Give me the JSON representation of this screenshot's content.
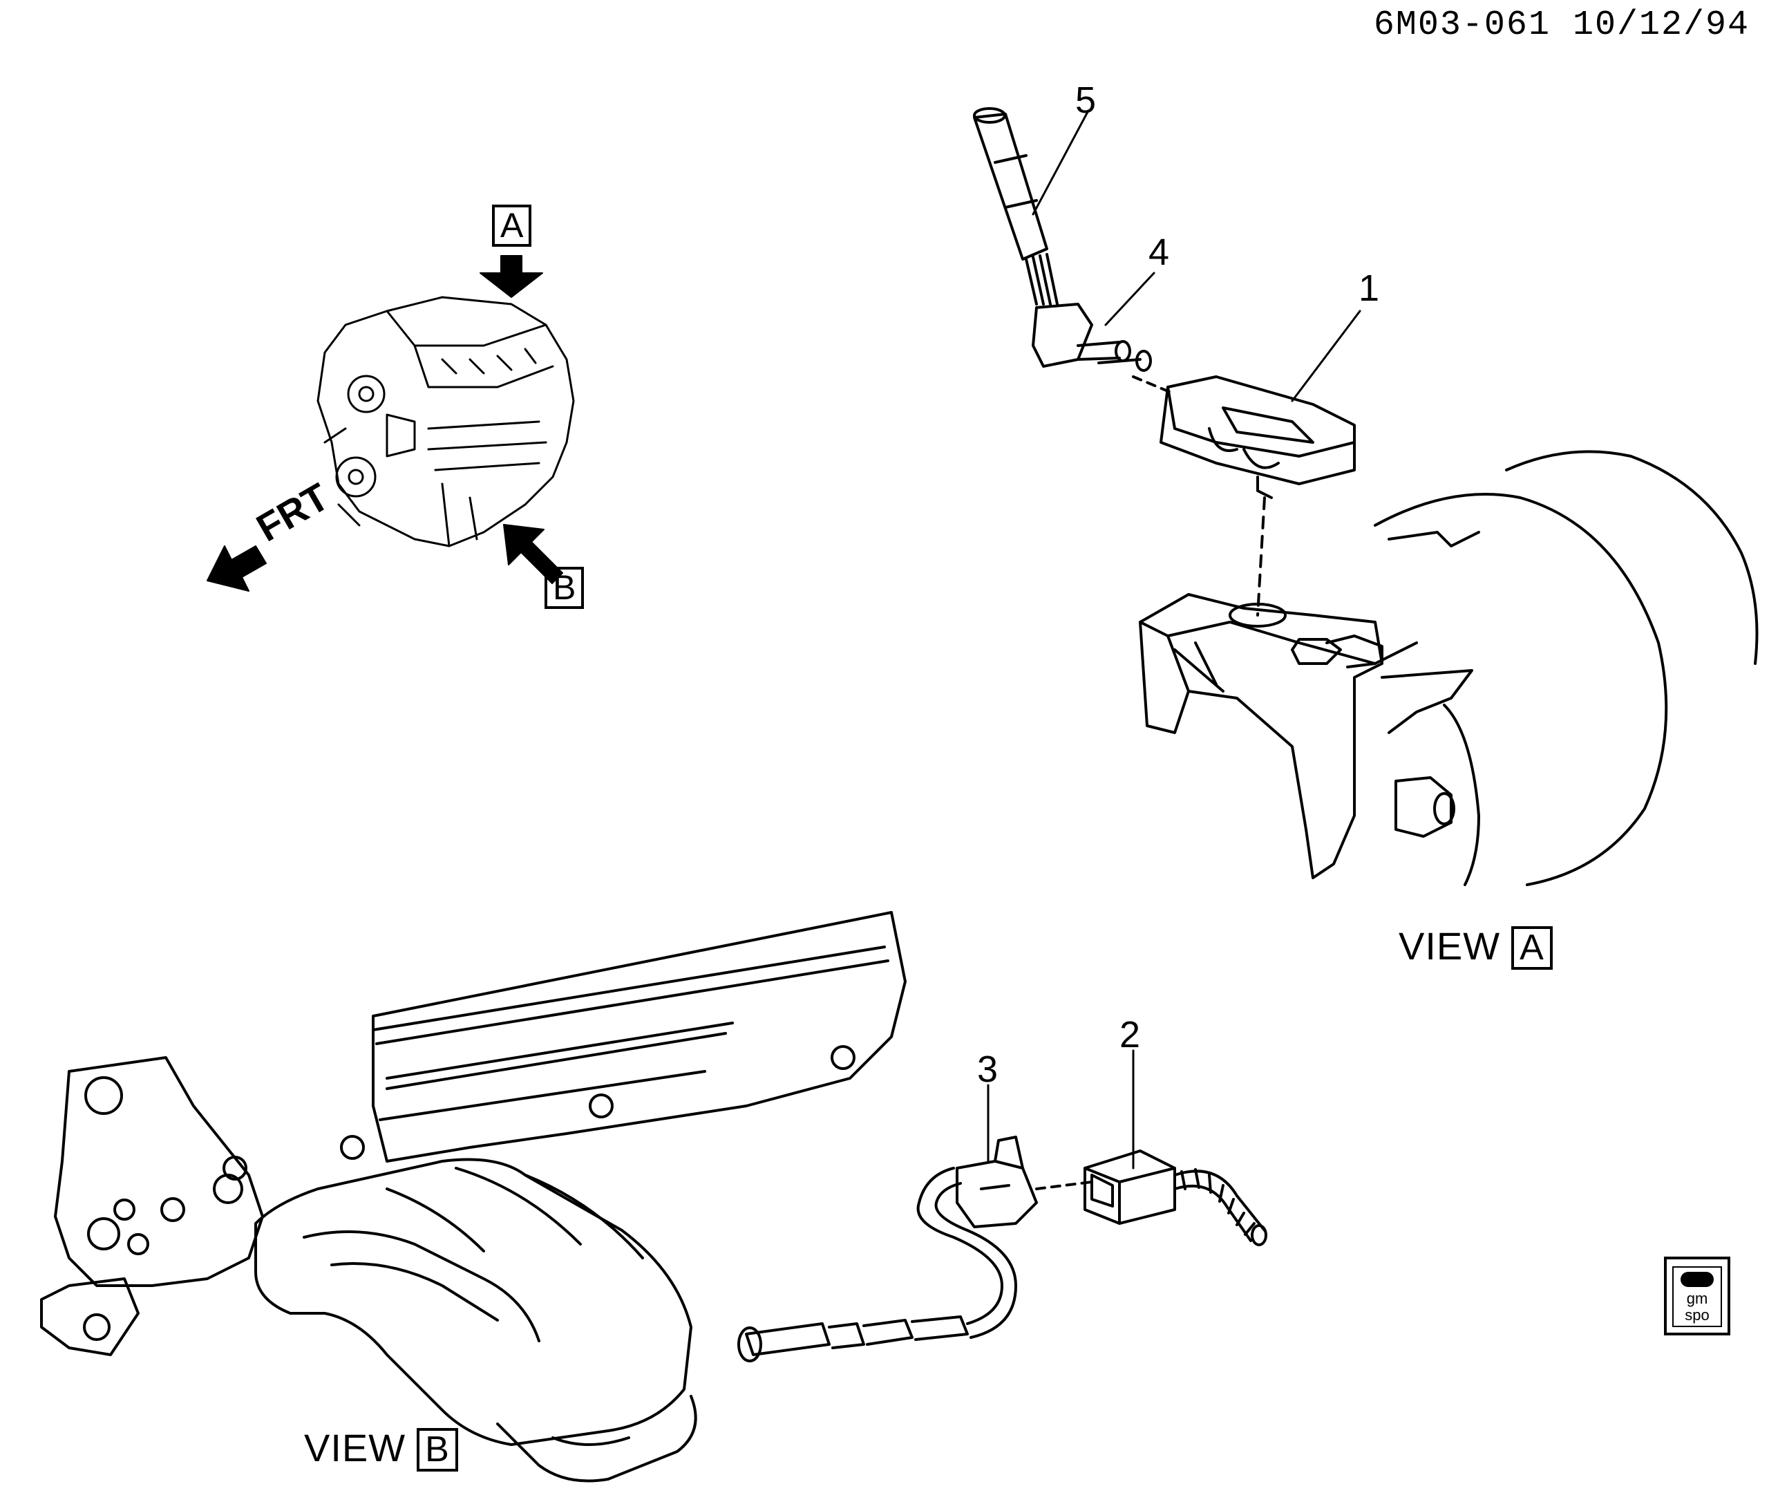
{
  "header": {
    "drawing_code": "6M03-061 10/12/94"
  },
  "engine_overview": {
    "view_a_marker": "A",
    "view_b_marker": "B",
    "front_label": "FRT"
  },
  "callouts": {
    "c1": "1",
    "c2": "2",
    "c3": "3",
    "c4": "4",
    "c5": "5"
  },
  "views": {
    "view_a": {
      "label": "VIEW",
      "marker": "A"
    },
    "view_b": {
      "label": "VIEW",
      "marker": "B"
    }
  },
  "logo": {
    "line1": "gm",
    "line2": "spo"
  }
}
